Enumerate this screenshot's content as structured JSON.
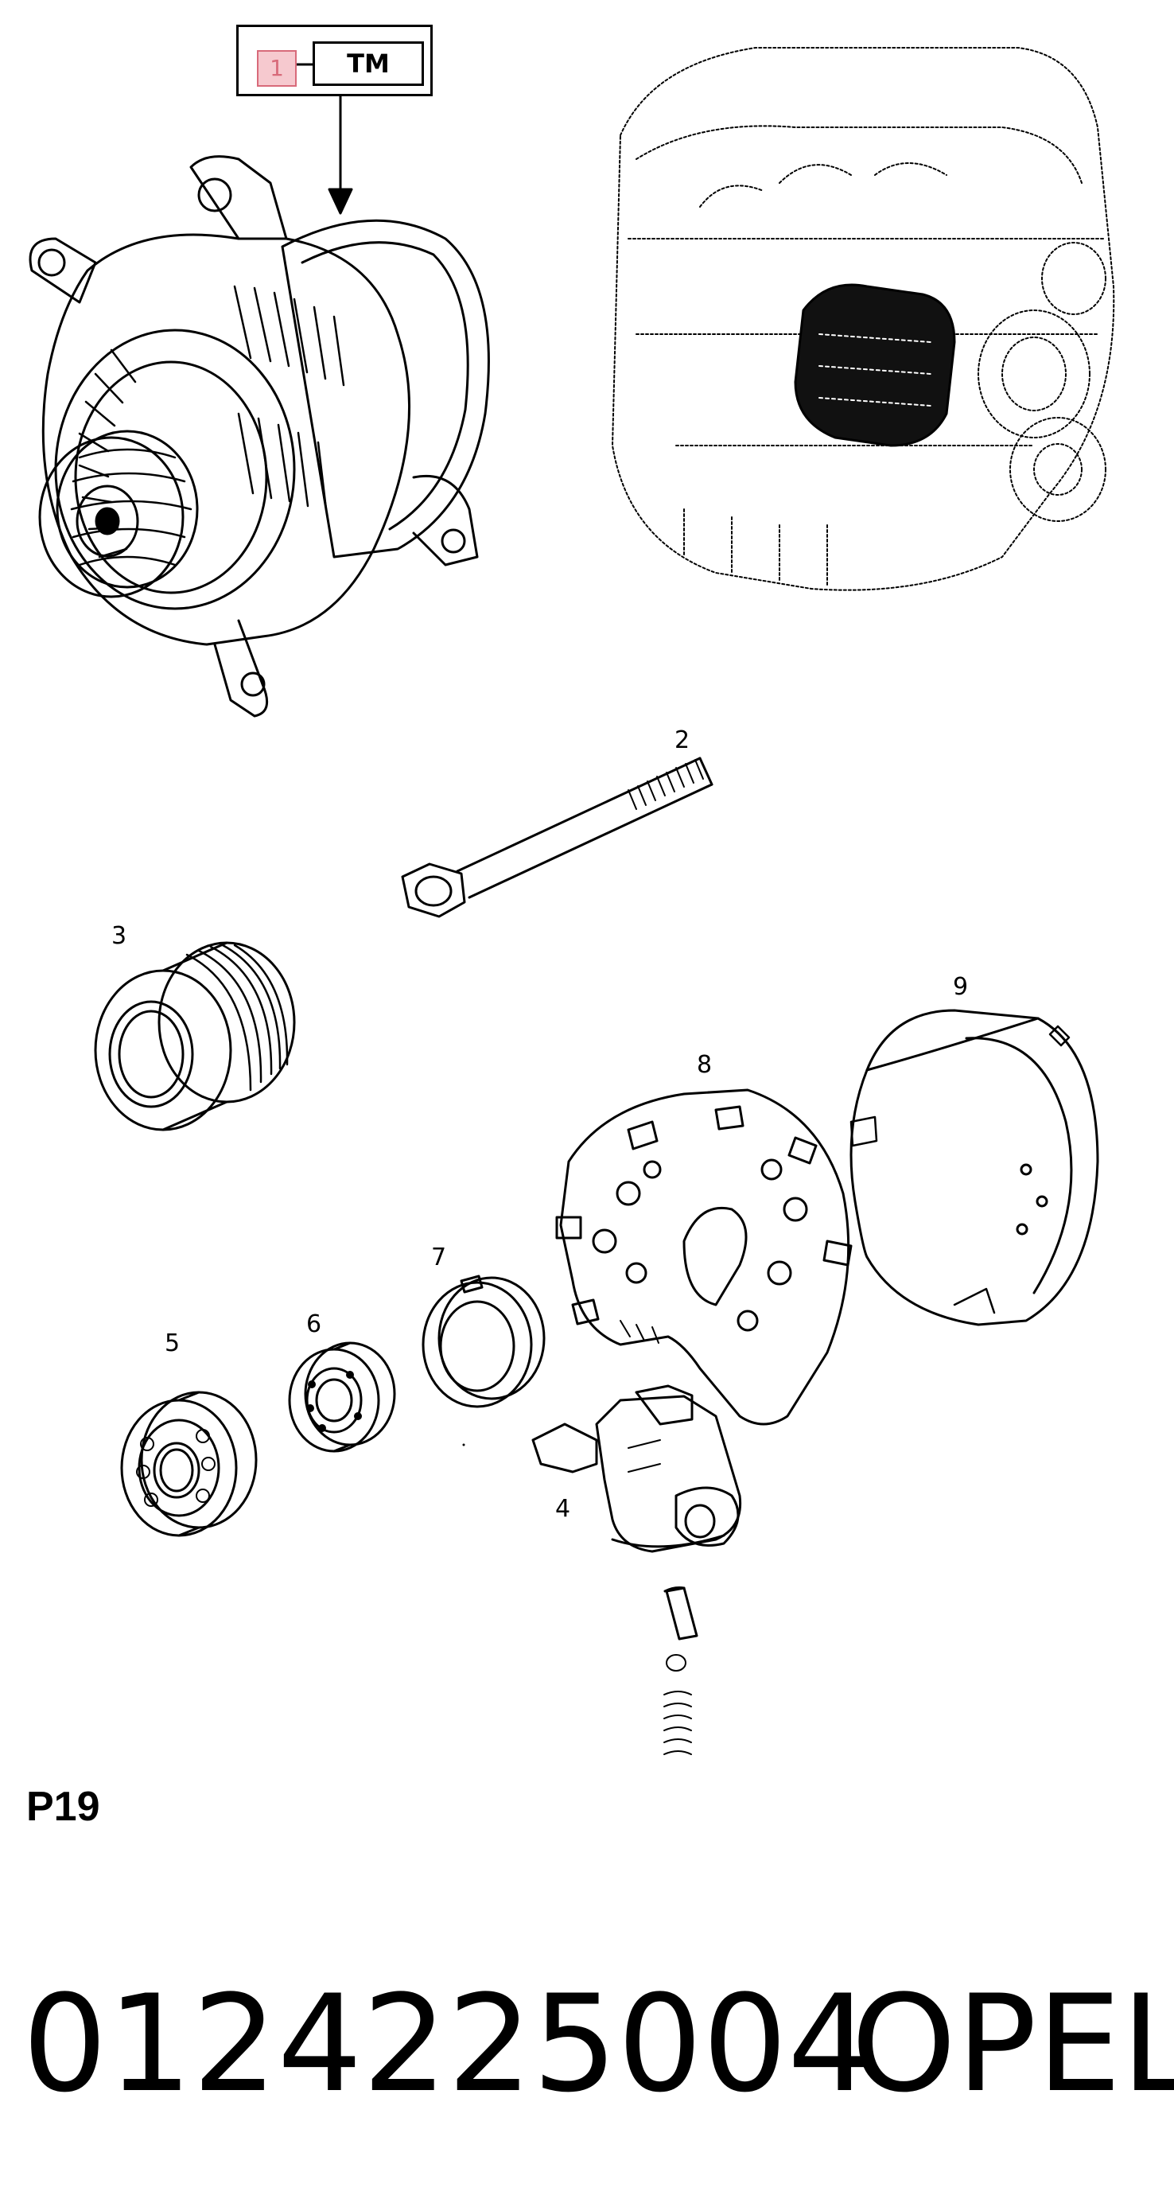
{
  "header_box": {
    "item_number": "1",
    "label": "TM"
  },
  "callouts": {
    "c2": "2",
    "c3": "3",
    "c4": "4",
    "c5": "5",
    "c6": "6",
    "c7": "7",
    "c8": "8",
    "c9": "9"
  },
  "section_code": "P19",
  "part_number": "0124225004",
  "brand": "OPEL",
  "colors": {
    "line": "#000000",
    "highlight_fill": "#f6c9cf",
    "highlight_stroke": "#d86a7a",
    "background": "#ffffff"
  }
}
